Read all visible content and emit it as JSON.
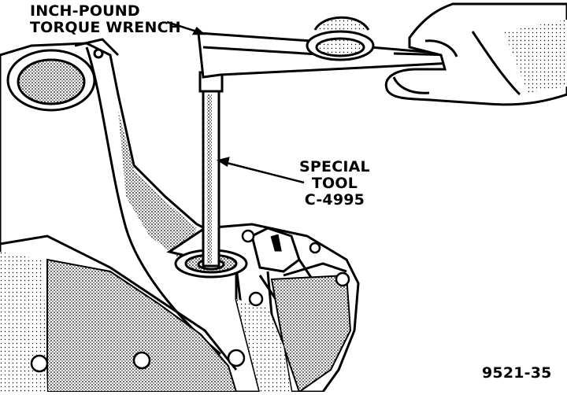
{
  "labels": {
    "wrench_line1": "INCH-POUND",
    "wrench_line2": "TORQUE WRENCH",
    "tool_line1": "SPECIAL",
    "tool_line2": "TOOL",
    "tool_line3": "C-4995",
    "figure_id": "9521-35"
  },
  "colors": {
    "ink": "#000000",
    "paper": "#ffffff",
    "stipple": "#8a8a8a"
  }
}
